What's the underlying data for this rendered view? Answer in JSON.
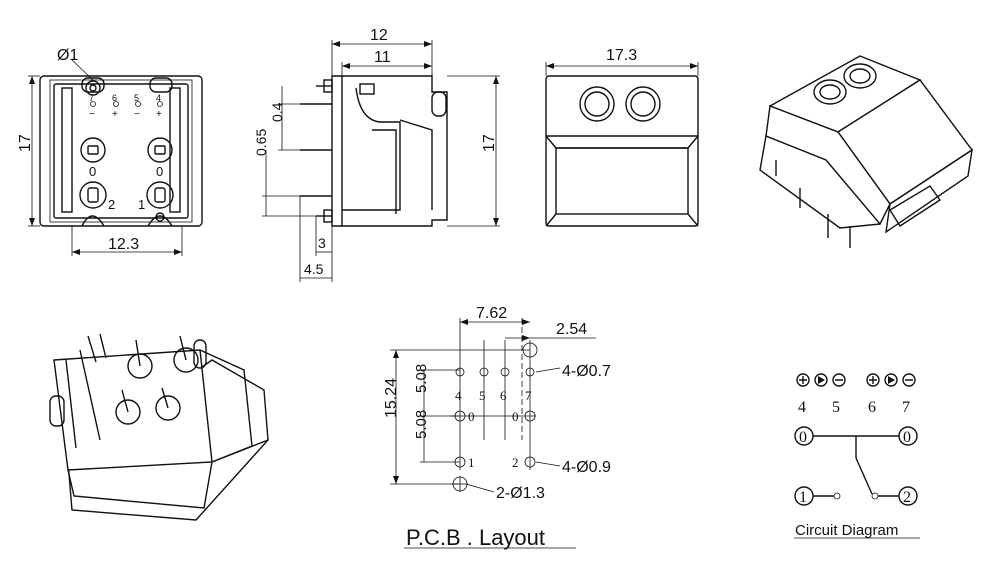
{
  "dims": {
    "hole_dia": "Ø1",
    "front_width": "12.3",
    "front_height": "17",
    "pins_top": [
      "7",
      "6",
      "5",
      "4"
    ],
    "pins_sign": [
      "−",
      "+",
      "−",
      "+"
    ],
    "mid_labels": [
      "0",
      "0"
    ],
    "bottom_labels": [
      "2",
      "1"
    ],
    "side_width_outer": "12",
    "side_width_inner": "11",
    "side_height": "17",
    "pin_gap_a": "0.4",
    "pin_gap_b": "0.65",
    "pin_offset_a": "3",
    "pin_offset_b": "4.5",
    "top_width": "17.3"
  },
  "pcb": {
    "title": "P.C.B . Layout",
    "pitch_x": "7.62",
    "pitch_small": "2.54",
    "height_total": "15.24",
    "row_gap_1": "5.08",
    "row_gap_2": "5.08",
    "hole_a": "4-Ø0.7",
    "hole_b": "4-Ø0.9",
    "hole_c": "2-Ø1.3",
    "top_pins": [
      "4",
      "5",
      "6",
      "7"
    ],
    "mid_pins": [
      "0",
      "0"
    ],
    "bottom_pins": [
      "1",
      "2"
    ]
  },
  "circuit": {
    "title": "Circuit Diagram",
    "pins": [
      "4",
      "5",
      "6",
      "7"
    ],
    "common": [
      "0",
      "0"
    ],
    "switch": [
      "1",
      "2"
    ]
  }
}
